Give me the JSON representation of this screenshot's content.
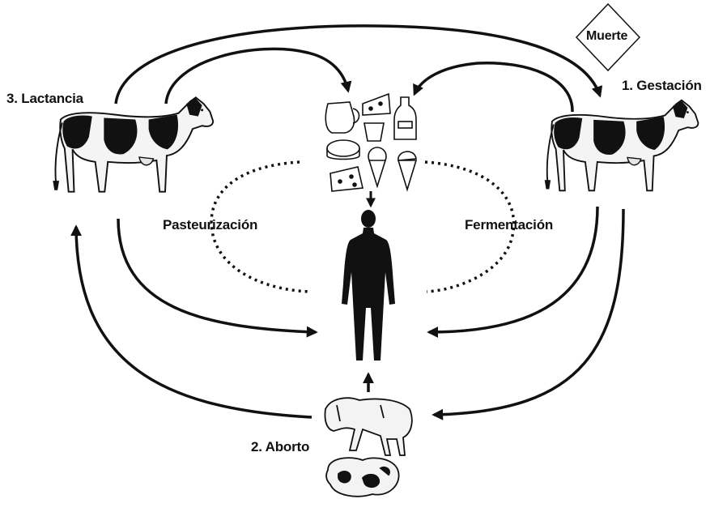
{
  "labels": {
    "lactancia": "3. Lactancia",
    "gestacion": "1. Gestación",
    "aborto": "2. Aborto",
    "muerte": "Muerte",
    "pasteurizacion": "Pasteurización",
    "fermentacion": "Fermentación"
  },
  "icons": {
    "left_cow": "holstein-cow-icon",
    "right_cow": "holstein-cow-icon",
    "dairy": "dairy-products-icon",
    "human": "human-silhouette-icon",
    "aborted_calf": "aborted-calf-icon",
    "placenta": "placenta-icon"
  },
  "colors": {
    "ink": "#111111",
    "background": "#ffffff"
  }
}
